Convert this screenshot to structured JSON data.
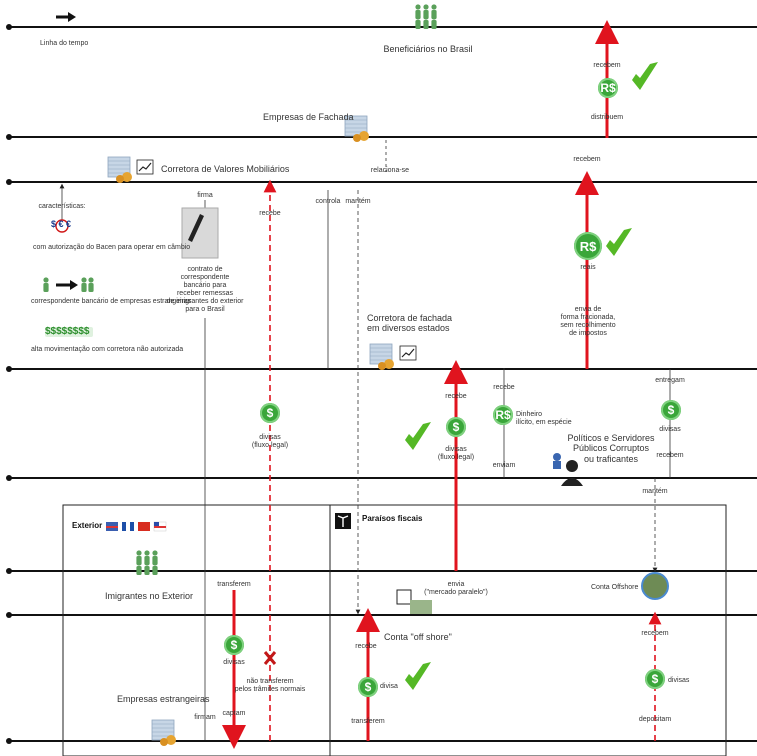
{
  "header": {
    "timeline_label": "Linha do tempo",
    "beneficiaries": "Beneficiários no Brasil",
    "recebem_top": "recebem",
    "distribuem": "distribuem"
  },
  "lines": {
    "empresas_fachada": "Empresas de Fachada",
    "relaciona": "relaciona-se",
    "corretora": "Corretora de Valores Mobiliários",
    "recebem_mid": "recebem"
  },
  "corretora_side": {
    "caracteristicas": "características:",
    "currency_symbols": "$ € €",
    "bacen": "com autorização do Bacen para operar em câmbio",
    "correspondente": "correspondente bancário de empresas estrangeiras",
    "dollar_row": "$$$$$$$$",
    "alta_mov": "alta movimentação com corretora não autorizada",
    "firma": "firma",
    "contrato": "contrato de\ncorrespondente\nbancário para\nreceber remessas\nde imigrantes do exterior\npara o Brasil",
    "recebe_left": "recebe",
    "controla": "controla",
    "mantem": "mantém"
  },
  "reais_block": {
    "reais": "reais",
    "envia": "envia de\nforma fracionada,\nsem recolhimento\nde impostos"
  },
  "corretora_fachada": {
    "title": "Corretora de fachada\nem diversos estados"
  },
  "middle": {
    "divisas_legal": "divisas\n(fluxo legal)",
    "recebe_mid": "recebe",
    "divisas_legal_2": "divisas\n(fluxo legal)",
    "recebe_small": "recebe",
    "dinheiro": "Dinheiro\nilícito, em espécie",
    "enviam": "enviam",
    "entregam": "entregam",
    "divisas_right": "divisas",
    "recebem_right": "recebem",
    "politicos": "Políticos e Servidores\nPúblicos Corruptos\nou traficantes",
    "mantem_right": "mantém"
  },
  "exterior": {
    "title": "Exterior",
    "paraisos": "Paraísos fiscais",
    "imigrantes": "Imigrantes no Exterior",
    "transferem_top": "transferem",
    "envia_paralelo": "envia\n(\"mercado paralelo\")",
    "conta_offshore_1": "Conta Offshore",
    "conta_offshore_2": "Conta \"off shore\"",
    "recebe_bottom": "recebe",
    "divisa": "divisa",
    "transferem_bottom": "transferem",
    "divisas_left": "divisas",
    "nao_transferem": "não transferem\npelos trâmites normais",
    "captam": "captam",
    "empresas_estrangeiras": "Empresas estrangeiras",
    "firmam": "firmam",
    "recebem_bottom_right": "recebem",
    "divisas_bottom_right": "divisas",
    "depositam": "depositam"
  },
  "colors": {
    "red": "#e0141e",
    "green": "#3aa63a",
    "check": "#55b826",
    "line": "#111111"
  }
}
